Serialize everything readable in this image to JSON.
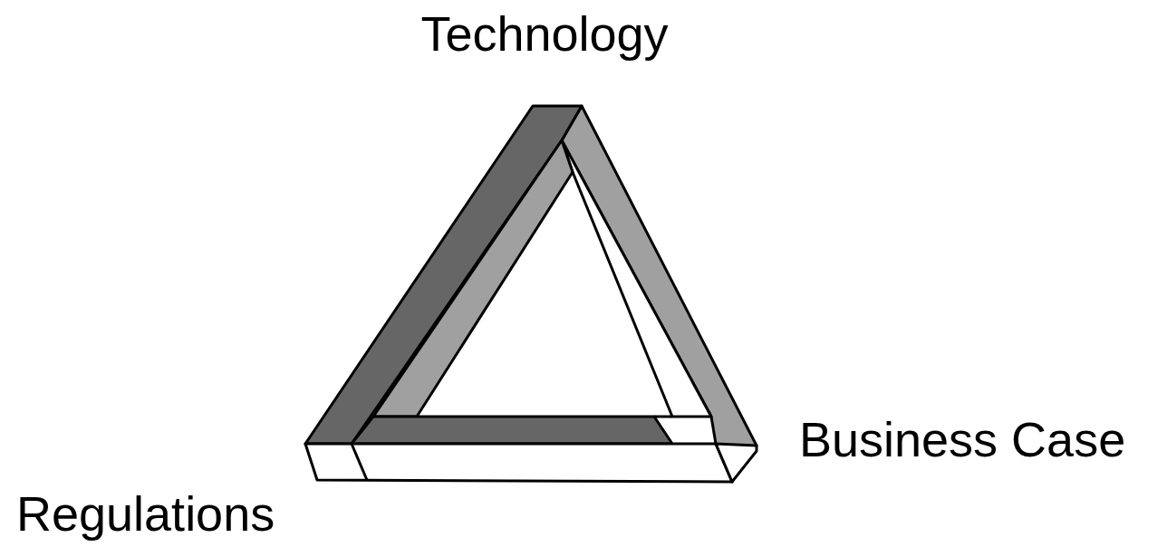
{
  "diagram": {
    "labels": [
      "Technology",
      "Business Case",
      "Regulations"
    ]
  }
}
